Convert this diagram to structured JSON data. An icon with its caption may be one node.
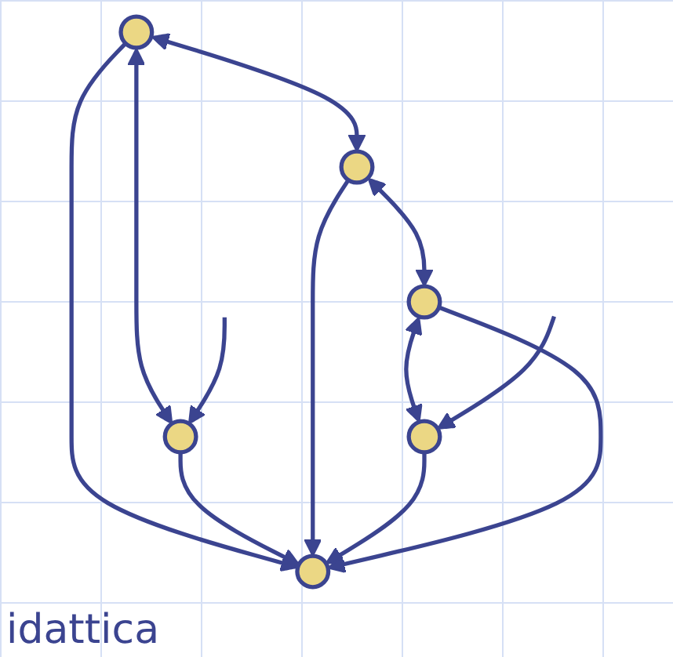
{
  "diagram": {
    "nodes": [
      {
        "text": [],
        "shape": "circle"
      },
      {
        "text": [],
        "shape": "circle"
      },
      {
        "text": [],
        "shape": "circle"
      },
      {
        "text": [],
        "shape": "circle"
      },
      {
        "text": [],
        "shape": "circle"
      },
      {
        "text": [],
        "shape": "circle"
      }
    ],
    "edges": [
      {
        "from": 0,
        "to": 1,
        "arrow": "both"
      },
      {
        "from": 0,
        "to": 2,
        "arrow": "both"
      },
      {
        "from": 0,
        "to": 3,
        "arrow": "to"
      },
      {
        "from": 1,
        "to": 3,
        "arrow": "to"
      },
      {
        "from": 2,
        "to": 3,
        "arrow": "to"
      },
      {
        "from": 4,
        "to": 3,
        "arrow": "to"
      },
      {
        "from": 5,
        "to": 3,
        "arrow": "to"
      },
      {
        "from": 2,
        "to": 5,
        "arrow": "both"
      },
      {
        "from": 5,
        "to": 4,
        "arrow": "both"
      },
      {
        "from": null,
        "to": 1,
        "arrow": "to"
      },
      {
        "from": null,
        "to": 4,
        "arrow": "to"
      }
    ],
    "labels": [
      "idattica"
    ]
  }
}
